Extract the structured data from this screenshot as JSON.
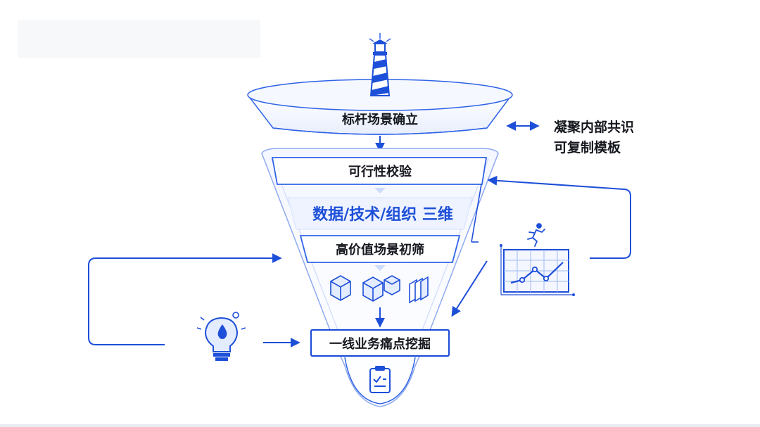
{
  "diagram": {
    "top_stage": "标杆场景确立",
    "side_note_line1": "凝聚内部共识",
    "side_note_line2": "可复制模板",
    "stage_feasibility": "可行性校验",
    "stage_dimensions": "数据/技术/组织 三维",
    "stage_screening": "高价值场景初筛",
    "stage_bottom": "一线业务痛点挖掘"
  },
  "icons": [
    "lighthouse-icon",
    "cube-icon",
    "cubes-icon",
    "layers-icon",
    "lightbulb-icon",
    "chart-icon",
    "runner-icon",
    "clipboard-icon"
  ],
  "colors": {
    "accent": "#1d4fd8",
    "line": "#2f63e6",
    "light_fill": "#eef3ff",
    "text": "#16181f"
  }
}
